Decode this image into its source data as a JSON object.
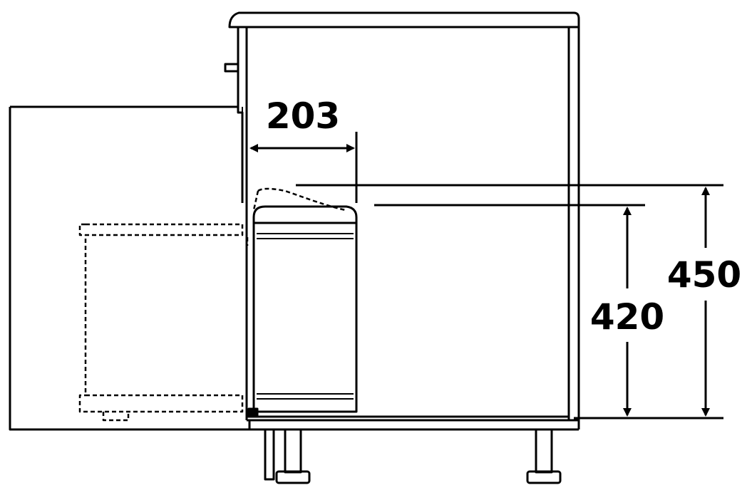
{
  "dimensions": {
    "width": {
      "label": "203",
      "value": 203
    },
    "bin_height": {
      "label": "420",
      "value": 420
    },
    "total_height": {
      "label": "450",
      "value": 450
    }
  },
  "colors": {
    "line": "#000000",
    "background": "#ffffff"
  }
}
